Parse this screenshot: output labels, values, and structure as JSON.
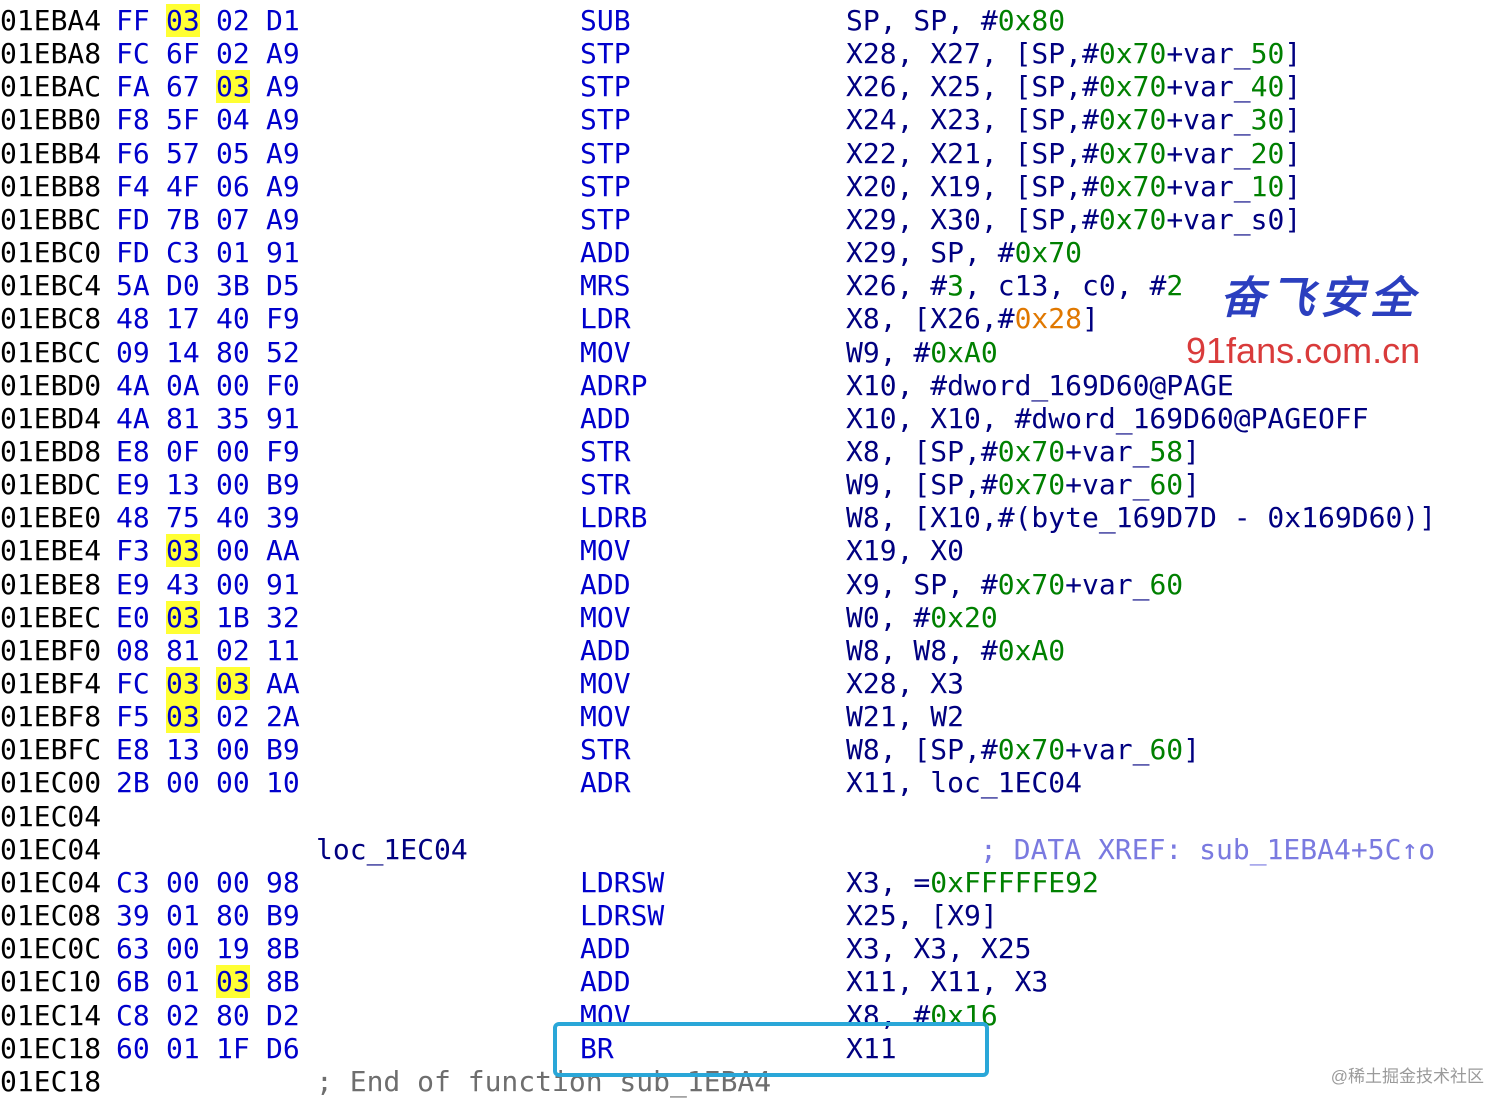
{
  "rows": [
    {
      "addr": "01EBA4",
      "bytes": [
        "FF",
        "03",
        "02",
        "D1"
      ],
      "hl": [
        1
      ],
      "mnem": "SUB",
      "ops": [
        {
          "t": "SP, SP, #"
        },
        {
          "t": "0x80",
          "c": "num"
        }
      ]
    },
    {
      "addr": "01EBA8",
      "bytes": [
        "FC",
        "6F",
        "02",
        "A9"
      ],
      "hl": [],
      "mnem": "STP",
      "ops": [
        {
          "t": "X28, X27, [SP,#"
        },
        {
          "t": "0x70",
          "c": "num"
        },
        {
          "t": "+var_"
        },
        {
          "t": "50",
          "c": "num"
        },
        {
          "t": "]"
        }
      ]
    },
    {
      "addr": "01EBAC",
      "bytes": [
        "FA",
        "67",
        "03",
        "A9"
      ],
      "hl": [
        2
      ],
      "mnem": "STP",
      "ops": [
        {
          "t": "X26, X25, [SP,#"
        },
        {
          "t": "0x70",
          "c": "num"
        },
        {
          "t": "+var_"
        },
        {
          "t": "40",
          "c": "num"
        },
        {
          "t": "]"
        }
      ]
    },
    {
      "addr": "01EBB0",
      "bytes": [
        "F8",
        "5F",
        "04",
        "A9"
      ],
      "hl": [],
      "mnem": "STP",
      "ops": [
        {
          "t": "X24, X23, [SP,#"
        },
        {
          "t": "0x70",
          "c": "num"
        },
        {
          "t": "+var_"
        },
        {
          "t": "30",
          "c": "num"
        },
        {
          "t": "]"
        }
      ]
    },
    {
      "addr": "01EBB4",
      "bytes": [
        "F6",
        "57",
        "05",
        "A9"
      ],
      "hl": [],
      "mnem": "STP",
      "ops": [
        {
          "t": "X22, X21, [SP,#"
        },
        {
          "t": "0x70",
          "c": "num"
        },
        {
          "t": "+var_"
        },
        {
          "t": "20",
          "c": "num"
        },
        {
          "t": "]"
        }
      ]
    },
    {
      "addr": "01EBB8",
      "bytes": [
        "F4",
        "4F",
        "06",
        "A9"
      ],
      "hl": [],
      "mnem": "STP",
      "ops": [
        {
          "t": "X20, X19, [SP,#"
        },
        {
          "t": "0x70",
          "c": "num"
        },
        {
          "t": "+var_"
        },
        {
          "t": "10",
          "c": "num"
        },
        {
          "t": "]"
        }
      ]
    },
    {
      "addr": "01EBBC",
      "bytes": [
        "FD",
        "7B",
        "07",
        "A9"
      ],
      "hl": [],
      "mnem": "STP",
      "ops": [
        {
          "t": "X29, X30, [SP,#"
        },
        {
          "t": "0x70",
          "c": "num"
        },
        {
          "t": "+var_s0]"
        }
      ]
    },
    {
      "addr": "01EBC0",
      "bytes": [
        "FD",
        "C3",
        "01",
        "91"
      ],
      "hl": [],
      "mnem": "ADD",
      "ops": [
        {
          "t": "X29, SP, #"
        },
        {
          "t": "0x70",
          "c": "num"
        }
      ]
    },
    {
      "addr": "01EBC4",
      "bytes": [
        "5A",
        "D0",
        "3B",
        "D5"
      ],
      "hl": [],
      "mnem": "MRS",
      "ops": [
        {
          "t": "X26, #"
        },
        {
          "t": "3",
          "c": "num"
        },
        {
          "t": ", c13, c0, #"
        },
        {
          "t": "2",
          "c": "num"
        }
      ]
    },
    {
      "addr": "01EBC8",
      "bytes": [
        "48",
        "17",
        "40",
        "F9"
      ],
      "hl": [],
      "mnem": "LDR",
      "ops": [
        {
          "t": "X8, [X26,#"
        },
        {
          "t": "0x28",
          "c": "orange"
        },
        {
          "t": "]"
        }
      ]
    },
    {
      "addr": "01EBCC",
      "bytes": [
        "09",
        "14",
        "80",
        "52"
      ],
      "hl": [],
      "mnem": "MOV",
      "ops": [
        {
          "t": "W9, #"
        },
        {
          "t": "0xA0",
          "c": "num"
        }
      ]
    },
    {
      "addr": "01EBD0",
      "bytes": [
        "4A",
        "0A",
        "00",
        "F0"
      ],
      "hl": [],
      "mnem": "ADRP",
      "ops": [
        {
          "t": "X10, #dword_169D60@PAGE"
        }
      ]
    },
    {
      "addr": "01EBD4",
      "bytes": [
        "4A",
        "81",
        "35",
        "91"
      ],
      "hl": [],
      "mnem": "ADD",
      "ops": [
        {
          "t": "X10, X10, #dword_169D60@PAGEOFF"
        }
      ]
    },
    {
      "addr": "01EBD8",
      "bytes": [
        "E8",
        "0F",
        "00",
        "F9"
      ],
      "hl": [],
      "mnem": "STR",
      "ops": [
        {
          "t": "X8, [SP,#"
        },
        {
          "t": "0x70",
          "c": "num"
        },
        {
          "t": "+var_"
        },
        {
          "t": "58",
          "c": "num"
        },
        {
          "t": "]"
        }
      ]
    },
    {
      "addr": "01EBDC",
      "bytes": [
        "E9",
        "13",
        "00",
        "B9"
      ],
      "hl": [],
      "mnem": "STR",
      "ops": [
        {
          "t": "W9, [SP,#"
        },
        {
          "t": "0x70",
          "c": "num"
        },
        {
          "t": "+var_"
        },
        {
          "t": "60",
          "c": "num"
        },
        {
          "t": "]"
        }
      ]
    },
    {
      "addr": "01EBE0",
      "bytes": [
        "48",
        "75",
        "40",
        "39"
      ],
      "hl": [],
      "mnem": "LDRB",
      "ops": [
        {
          "t": "W8, [X10,#(byte_169D7D - 0x169D60)]"
        }
      ]
    },
    {
      "addr": "01EBE4",
      "bytes": [
        "F3",
        "03",
        "00",
        "AA"
      ],
      "hl": [
        1
      ],
      "mnem": "MOV",
      "ops": [
        {
          "t": "X19, X0"
        }
      ]
    },
    {
      "addr": "01EBE8",
      "bytes": [
        "E9",
        "43",
        "00",
        "91"
      ],
      "hl": [],
      "mnem": "ADD",
      "ops": [
        {
          "t": "X9, SP, #"
        },
        {
          "t": "0x70",
          "c": "num"
        },
        {
          "t": "+var_"
        },
        {
          "t": "60",
          "c": "num"
        }
      ]
    },
    {
      "addr": "01EBEC",
      "bytes": [
        "E0",
        "03",
        "1B",
        "32"
      ],
      "hl": [
        1
      ],
      "mnem": "MOV",
      "ops": [
        {
          "t": "W0, #"
        },
        {
          "t": "0x20",
          "c": "num"
        }
      ]
    },
    {
      "addr": "01EBF0",
      "bytes": [
        "08",
        "81",
        "02",
        "11"
      ],
      "hl": [],
      "mnem": "ADD",
      "ops": [
        {
          "t": "W8, W8, #"
        },
        {
          "t": "0xA0",
          "c": "num"
        }
      ]
    },
    {
      "addr": "01EBF4",
      "bytes": [
        "FC",
        "03",
        "03",
        "AA"
      ],
      "hl": [
        1,
        2
      ],
      "mnem": "MOV",
      "ops": [
        {
          "t": "X28, X3"
        }
      ]
    },
    {
      "addr": "01EBF8",
      "bytes": [
        "F5",
        "03",
        "02",
        "2A"
      ],
      "hl": [
        1
      ],
      "mnem": "MOV",
      "ops": [
        {
          "t": "W21, W2"
        }
      ]
    },
    {
      "addr": "01EBFC",
      "bytes": [
        "E8",
        "13",
        "00",
        "B9"
      ],
      "hl": [],
      "mnem": "STR",
      "ops": [
        {
          "t": "W8, [SP,#"
        },
        {
          "t": "0x70",
          "c": "num"
        },
        {
          "t": "+var_"
        },
        {
          "t": "60",
          "c": "num"
        },
        {
          "t": "]"
        }
      ]
    },
    {
      "addr": "01EC00",
      "bytes": [
        "2B",
        "00",
        "00",
        "10"
      ],
      "hl": [],
      "mnem": "ADR",
      "ops": [
        {
          "t": "X11, loc_1EC04"
        }
      ]
    },
    {
      "addr": "01EC04",
      "bytes": [],
      "hl": [],
      "mnem": "",
      "ops": []
    },
    {
      "addr": "01EC04",
      "bytes": [],
      "hl": [],
      "mnem": "",
      "ops": [],
      "label": "loc_1EC04",
      "comment": "; DATA XREF: sub_1EBA4+5C↑o"
    },
    {
      "addr": "01EC04",
      "bytes": [
        "C3",
        "00",
        "00",
        "98"
      ],
      "hl": [],
      "mnem": "LDRSW",
      "ops": [
        {
          "t": "X3, ="
        },
        {
          "t": "0xFFFFFE92",
          "c": "num"
        }
      ]
    },
    {
      "addr": "01EC08",
      "bytes": [
        "39",
        "01",
        "80",
        "B9"
      ],
      "hl": [],
      "mnem": "LDRSW",
      "ops": [
        {
          "t": "X25, [X9]"
        }
      ]
    },
    {
      "addr": "01EC0C",
      "bytes": [
        "63",
        "00",
        "19",
        "8B"
      ],
      "hl": [],
      "mnem": "ADD",
      "ops": [
        {
          "t": "X3, X3, X25"
        }
      ]
    },
    {
      "addr": "01EC10",
      "bytes": [
        "6B",
        "01",
        "03",
        "8B"
      ],
      "hl": [
        2
      ],
      "mnem": "ADD",
      "ops": [
        {
          "t": "X11, X11, X3"
        }
      ]
    },
    {
      "addr": "01EC14",
      "bytes": [
        "C8",
        "02",
        "80",
        "D2"
      ],
      "hl": [],
      "mnem": "MOV",
      "ops": [
        {
          "t": "X8, #"
        },
        {
          "t": "0x16",
          "c": "num"
        }
      ]
    },
    {
      "addr": "01EC18",
      "bytes": [
        "60",
        "01",
        "1F",
        "D6"
      ],
      "hl": [],
      "mnem": "BR",
      "ops": [
        {
          "t": "X11"
        }
      ]
    },
    {
      "addr": "01EC18",
      "bytes": [],
      "hl": [],
      "mnem": "",
      "ops": [],
      "label": "; End of function sub_1EBA4"
    }
  ],
  "watermark": {
    "cn": "奋飞安全",
    "url": "91fans.com.cn"
  },
  "credit": "@稀土掘金技术社区",
  "colors": {
    "highlight": "#ffff33",
    "box": "#2aa7d8",
    "bytes": "#0000cc",
    "numbers": "#008000"
  }
}
